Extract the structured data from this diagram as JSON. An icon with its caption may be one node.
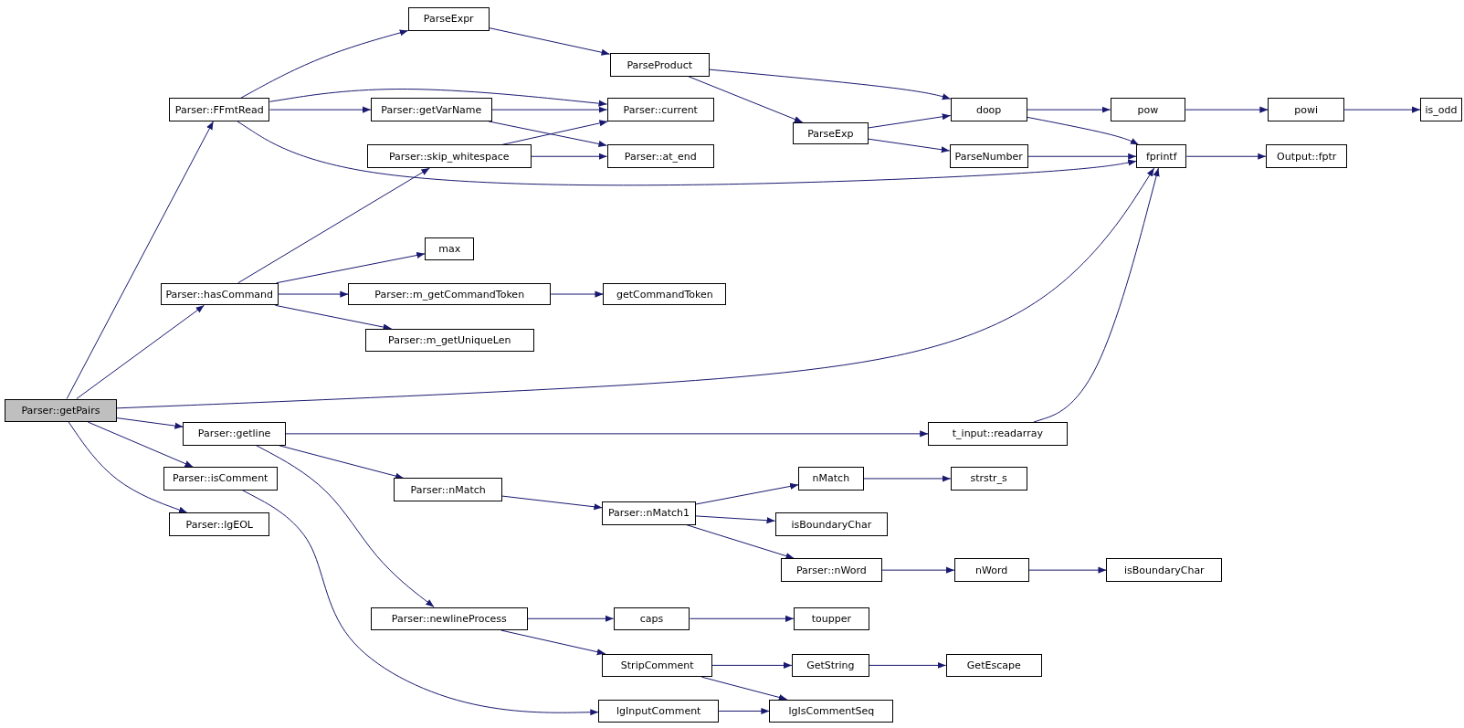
{
  "diagram": {
    "nodes": [
      {
        "text": [
          "Parser::getPairs"
        ]
      },
      {
        "text": [
          "Parser::FFmtRead"
        ]
      },
      {
        "text": [
          "ParseExpr"
        ]
      },
      {
        "text": [
          "ParseProduct"
        ]
      },
      {
        "text": [
          "ParseExp"
        ]
      },
      {
        "text": [
          "doop"
        ]
      },
      {
        "text": [
          "pow"
        ]
      },
      {
        "text": [
          "powi"
        ]
      },
      {
        "text": [
          "is_odd"
        ]
      },
      {
        "text": [
          "Parser::current"
        ]
      },
      {
        "text": [
          "Parser::getVarName"
        ]
      },
      {
        "text": [
          "Parser::at_end"
        ]
      },
      {
        "text": [
          "Parser::skip_whitespace"
        ]
      },
      {
        "text": [
          "ParseNumber"
        ]
      },
      {
        "text": [
          "fprintf"
        ]
      },
      {
        "text": [
          "Output::fptr"
        ]
      },
      {
        "text": [
          "Parser::hasCommand"
        ]
      },
      {
        "text": [
          "max"
        ]
      },
      {
        "text": [
          "Parser::m_getCommandToken"
        ]
      },
      {
        "text": [
          "getCommandToken"
        ]
      },
      {
        "text": [
          "Parser::m_getUniqueLen"
        ]
      },
      {
        "text": [
          "Parser::getline"
        ]
      },
      {
        "text": [
          "t_input::readarray"
        ]
      },
      {
        "text": [
          "Parser::isComment"
        ]
      },
      {
        "text": [
          "Parser::lgEOL"
        ]
      },
      {
        "text": [
          "Parser::nMatch"
        ]
      },
      {
        "text": [
          "Parser::nMatch1"
        ]
      },
      {
        "text": [
          "nMatch"
        ]
      },
      {
        "text": [
          "strstr_s"
        ]
      },
      {
        "text": [
          "isBoundaryChar"
        ]
      },
      {
        "text": [
          "Parser::nWord"
        ]
      },
      {
        "text": [
          "nWord"
        ]
      },
      {
        "text": [
          "isBoundaryChar"
        ]
      },
      {
        "text": [
          "Parser::newlineProcess"
        ]
      },
      {
        "text": [
          "caps"
        ]
      },
      {
        "text": [
          "toupper"
        ]
      },
      {
        "text": [
          "StripComment"
        ]
      },
      {
        "text": [
          "GetString"
        ]
      },
      {
        "text": [
          "GetEscape"
        ]
      },
      {
        "text": [
          "lgInputComment"
        ]
      },
      {
        "text": [
          "lgIsCommentSeq"
        ]
      }
    ],
    "edges": [
      {
        "from": 0,
        "to": 1,
        "arrow": "to"
      },
      {
        "from": 0,
        "to": 16,
        "arrow": "to"
      },
      {
        "from": 0,
        "to": 14,
        "arrow": "to"
      },
      {
        "from": 0,
        "to": 21,
        "arrow": "to"
      },
      {
        "from": 0,
        "to": 23,
        "arrow": "to"
      },
      {
        "from": 0,
        "to": 24,
        "arrow": "to"
      },
      {
        "from": 1,
        "to": 2,
        "arrow": "to"
      },
      {
        "from": 1,
        "to": 9,
        "arrow": "to"
      },
      {
        "from": 1,
        "to": 10,
        "arrow": "to"
      },
      {
        "from": 1,
        "to": 14,
        "arrow": "to"
      },
      {
        "from": 2,
        "to": 3,
        "arrow": "to"
      },
      {
        "from": 3,
        "to": 5,
        "arrow": "to"
      },
      {
        "from": 3,
        "to": 4,
        "arrow": "to"
      },
      {
        "from": 4,
        "to": 5,
        "arrow": "to"
      },
      {
        "from": 4,
        "to": 13,
        "arrow": "to"
      },
      {
        "from": 5,
        "to": 6,
        "arrow": "to"
      },
      {
        "from": 5,
        "to": 14,
        "arrow": "to"
      },
      {
        "from": 6,
        "to": 7,
        "arrow": "to"
      },
      {
        "from": 7,
        "to": 8,
        "arrow": "to"
      },
      {
        "from": 10,
        "to": 9,
        "arrow": "to"
      },
      {
        "from": 10,
        "to": 11,
        "arrow": "to"
      },
      {
        "from": 12,
        "to": 9,
        "arrow": "to"
      },
      {
        "from": 12,
        "to": 11,
        "arrow": "to"
      },
      {
        "from": 13,
        "to": 14,
        "arrow": "to"
      },
      {
        "from": 14,
        "to": 15,
        "arrow": "to"
      },
      {
        "from": 16,
        "to": 12,
        "arrow": "to"
      },
      {
        "from": 16,
        "to": 17,
        "arrow": "to"
      },
      {
        "from": 16,
        "to": 18,
        "arrow": "to"
      },
      {
        "from": 16,
        "to": 20,
        "arrow": "to"
      },
      {
        "from": 18,
        "to": 19,
        "arrow": "to"
      },
      {
        "from": 21,
        "to": 22,
        "arrow": "to"
      },
      {
        "from": 21,
        "to": 25,
        "arrow": "to"
      },
      {
        "from": 21,
        "to": 33,
        "arrow": "to"
      },
      {
        "from": 22,
        "to": 14,
        "arrow": "to"
      },
      {
        "from": 23,
        "to": 39,
        "arrow": "to"
      },
      {
        "from": 25,
        "to": 26,
        "arrow": "to"
      },
      {
        "from": 26,
        "to": 27,
        "arrow": "to"
      },
      {
        "from": 26,
        "to": 29,
        "arrow": "to"
      },
      {
        "from": 26,
        "to": 30,
        "arrow": "to"
      },
      {
        "from": 27,
        "to": 28,
        "arrow": "to"
      },
      {
        "from": 30,
        "to": 31,
        "arrow": "to"
      },
      {
        "from": 31,
        "to": 32,
        "arrow": "to"
      },
      {
        "from": 33,
        "to": 34,
        "arrow": "to"
      },
      {
        "from": 33,
        "to": 36,
        "arrow": "to"
      },
      {
        "from": 34,
        "to": 35,
        "arrow": "to"
      },
      {
        "from": 36,
        "to": 37,
        "arrow": "to"
      },
      {
        "from": 36,
        "to": 40,
        "arrow": "to"
      },
      {
        "from": 37,
        "to": 38,
        "arrow": "to"
      },
      {
        "from": 39,
        "to": 40,
        "arrow": "to"
      }
    ]
  }
}
